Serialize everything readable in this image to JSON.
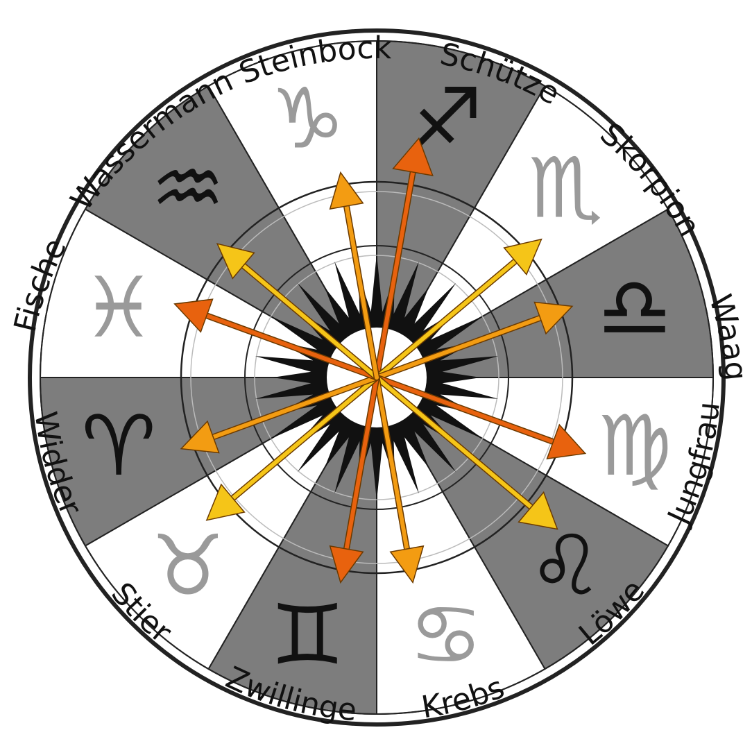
{
  "signs": [
    {
      "name": "Schütze",
      "key": "schuetze",
      "shade": "dark",
      "glyph": "♐",
      "icon": "archer-centaur-icon"
    },
    {
      "name": "Skorpion",
      "key": "skorpion",
      "shade": "light",
      "glyph": "♏",
      "icon": "scorpion-icon"
    },
    {
      "name": "Waage",
      "key": "waage",
      "shade": "dark",
      "glyph": "♎",
      "icon": "scales-figure-icon"
    },
    {
      "name": "Jungfrau",
      "key": "jungfrau",
      "shade": "light",
      "glyph": "♍",
      "icon": "winged-maiden-icon"
    },
    {
      "name": "Löwe",
      "key": "loewe",
      "shade": "dark",
      "glyph": "♌",
      "icon": "lion-icon"
    },
    {
      "name": "Krebs",
      "key": "krebs",
      "shade": "light",
      "glyph": "♋",
      "icon": "crab-icon"
    },
    {
      "name": "Zwillinge",
      "key": "zwillinge",
      "shade": "dark",
      "glyph": "♊",
      "icon": "twins-icon"
    },
    {
      "name": "Stier",
      "key": "stier",
      "shade": "light",
      "glyph": "♉",
      "icon": "bull-icon"
    },
    {
      "name": "Widder",
      "key": "widder",
      "shade": "dark",
      "glyph": "♈",
      "icon": "ram-icon"
    },
    {
      "name": "Fische",
      "key": "fische",
      "shade": "light",
      "glyph": "♓",
      "icon": "fishes-icon"
    },
    {
      "name": "Wassermann",
      "key": "wassermann",
      "shade": "dark",
      "glyph": "♒",
      "icon": "water-bearer-icon"
    },
    {
      "name": "Steinbock",
      "key": "steinbock",
      "shade": "light",
      "glyph": "♑",
      "icon": "goat-fish-icon"
    }
  ],
  "arrows": [
    {
      "target": "schuetze",
      "color": "#e8620e"
    },
    {
      "target": "skorpion",
      "color": "#f5c518"
    },
    {
      "target": "waage",
      "color": "#f39c12"
    },
    {
      "target": "jungfrau",
      "color": "#e8620e"
    },
    {
      "target": "loewe",
      "color": "#f5c518"
    },
    {
      "target": "krebs",
      "color": "#f39c12"
    },
    {
      "target": "zwillinge",
      "color": "#e8620e"
    },
    {
      "target": "stier",
      "color": "#f5c518"
    },
    {
      "target": "widder",
      "color": "#f39c12"
    },
    {
      "target": "fische",
      "color": "#e8620e"
    },
    {
      "target": "wassermann",
      "color": "#f5c518"
    },
    {
      "target": "steinbock",
      "color": "#f39c12"
    }
  ],
  "colors": {
    "dark_sector": "#7d7d7d",
    "light_sector": "#ffffff",
    "dark_figure": "#111111",
    "light_figure": "#9a9a9a",
    "rim": "#222222",
    "starburst": "#111111"
  }
}
